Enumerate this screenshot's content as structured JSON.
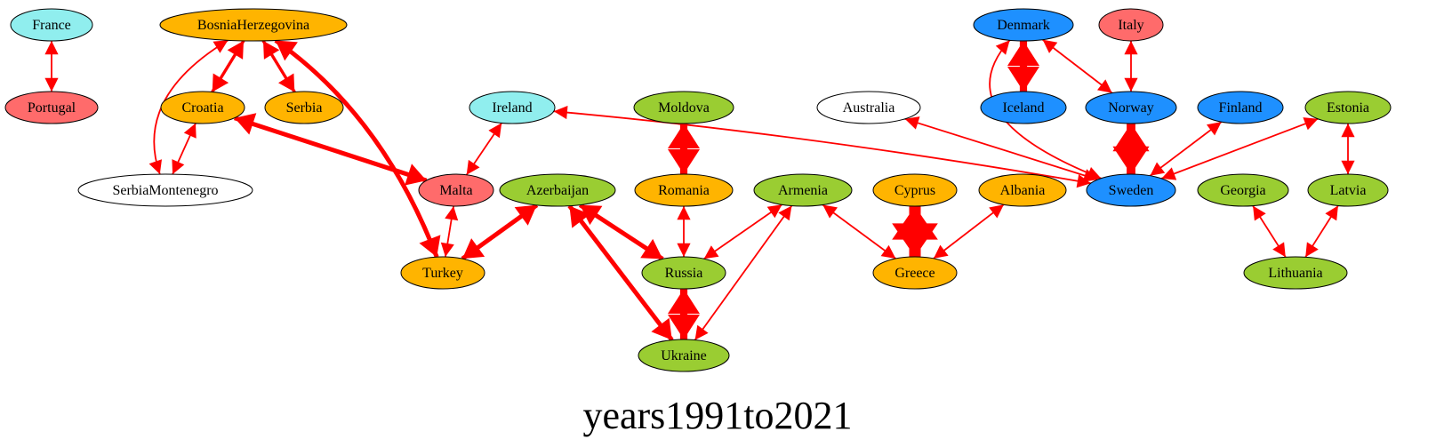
{
  "title": "years1991to2021",
  "colors": {
    "edge": "#ff0000",
    "node_stroke": "#000000",
    "cyan": "#90eeee",
    "salmon": "#ff6b6b",
    "orange": "#ffb400",
    "green": "#9acd32",
    "blue": "#1e90ff",
    "white": "#ffffff"
  },
  "nodes": [
    {
      "id": "France",
      "label": "France",
      "color": "cyan"
    },
    {
      "id": "Portugal",
      "label": "Portugal",
      "color": "salmon"
    },
    {
      "id": "BosniaHerzegovina",
      "label": "BosniaHerzegovina",
      "color": "orange"
    },
    {
      "id": "Croatia",
      "label": "Croatia",
      "color": "orange"
    },
    {
      "id": "Serbia",
      "label": "Serbia",
      "color": "orange"
    },
    {
      "id": "SerbiaMontenegro",
      "label": "SerbiaMontenegro",
      "color": "white"
    },
    {
      "id": "Ireland",
      "label": "Ireland",
      "color": "cyan"
    },
    {
      "id": "Malta",
      "label": "Malta",
      "color": "salmon"
    },
    {
      "id": "Turkey",
      "label": "Turkey",
      "color": "orange"
    },
    {
      "id": "Azerbaijan",
      "label": "Azerbaijan",
      "color": "green"
    },
    {
      "id": "Moldova",
      "label": "Moldova",
      "color": "green"
    },
    {
      "id": "Romania",
      "label": "Romania",
      "color": "orange"
    },
    {
      "id": "Russia",
      "label": "Russia",
      "color": "green"
    },
    {
      "id": "Ukraine",
      "label": "Ukraine",
      "color": "green"
    },
    {
      "id": "Armenia",
      "label": "Armenia",
      "color": "green"
    },
    {
      "id": "Cyprus",
      "label": "Cyprus",
      "color": "orange"
    },
    {
      "id": "Greece",
      "label": "Greece",
      "color": "orange"
    },
    {
      "id": "Albania",
      "label": "Albania",
      "color": "orange"
    },
    {
      "id": "Australia",
      "label": "Australia",
      "color": "white"
    },
    {
      "id": "Denmark",
      "label": "Denmark",
      "color": "blue"
    },
    {
      "id": "Iceland",
      "label": "Iceland",
      "color": "blue"
    },
    {
      "id": "Italy",
      "label": "Italy",
      "color": "salmon"
    },
    {
      "id": "Norway",
      "label": "Norway",
      "color": "blue"
    },
    {
      "id": "Finland",
      "label": "Finland",
      "color": "blue"
    },
    {
      "id": "Sweden",
      "label": "Sweden",
      "color": "blue"
    },
    {
      "id": "Estonia",
      "label": "Estonia",
      "color": "green"
    },
    {
      "id": "Georgia",
      "label": "Georgia",
      "color": "green"
    },
    {
      "id": "Latvia",
      "label": "Latvia",
      "color": "green"
    },
    {
      "id": "Lithuania",
      "label": "Lithuania",
      "color": "green"
    }
  ],
  "edges": [
    {
      "source": "France",
      "target": "Portugal",
      "weight": 1
    },
    {
      "source": "BosniaHerzegovina",
      "target": "Croatia",
      "weight": 2
    },
    {
      "source": "BosniaHerzegovina",
      "target": "Serbia",
      "weight": 2
    },
    {
      "source": "BosniaHerzegovina",
      "target": "SerbiaMontenegro",
      "weight": 1
    },
    {
      "source": "BosniaHerzegovina",
      "target": "Turkey",
      "weight": 3
    },
    {
      "source": "Croatia",
      "target": "SerbiaMontenegro",
      "weight": 1
    },
    {
      "source": "Croatia",
      "target": "Malta",
      "weight": 3
    },
    {
      "source": "Ireland",
      "target": "Malta",
      "weight": 1
    },
    {
      "source": "Ireland",
      "target": "Sweden",
      "weight": 1
    },
    {
      "source": "Malta",
      "target": "Turkey",
      "weight": 1
    },
    {
      "source": "Turkey",
      "target": "Azerbaijan",
      "weight": 3
    },
    {
      "source": "Azerbaijan",
      "target": "Russia",
      "weight": 3
    },
    {
      "source": "Azerbaijan",
      "target": "Ukraine",
      "weight": 3
    },
    {
      "source": "Moldova",
      "target": "Romania",
      "weight": 5
    },
    {
      "source": "Romania",
      "target": "Russia",
      "weight": 1
    },
    {
      "source": "Russia",
      "target": "Ukraine",
      "weight": 5
    },
    {
      "source": "Armenia",
      "target": "Russia",
      "weight": 1
    },
    {
      "source": "Armenia",
      "target": "Ukraine",
      "weight": 1
    },
    {
      "source": "Armenia",
      "target": "Greece",
      "weight": 1
    },
    {
      "source": "Greece",
      "target": "Albania",
      "weight": 1
    },
    {
      "source": "Cyprus",
      "target": "Greece",
      "weight": 8
    },
    {
      "source": "Australia",
      "target": "Sweden",
      "weight": 1
    },
    {
      "source": "Denmark",
      "target": "Iceland",
      "weight": 5
    },
    {
      "source": "Denmark",
      "target": "Norway",
      "weight": 1
    },
    {
      "source": "Denmark",
      "target": "Sweden",
      "weight": 1
    },
    {
      "source": "Italy",
      "target": "Norway",
      "weight": 1
    },
    {
      "source": "Norway",
      "target": "Sweden",
      "weight": 6
    },
    {
      "source": "Finland",
      "target": "Sweden",
      "weight": 1
    },
    {
      "source": "Estonia",
      "target": "Sweden",
      "weight": 1
    },
    {
      "source": "Estonia",
      "target": "Latvia",
      "weight": 1
    },
    {
      "source": "Georgia",
      "target": "Lithuania",
      "weight": 1
    },
    {
      "source": "Latvia",
      "target": "Lithuania",
      "weight": 1
    }
  ]
}
